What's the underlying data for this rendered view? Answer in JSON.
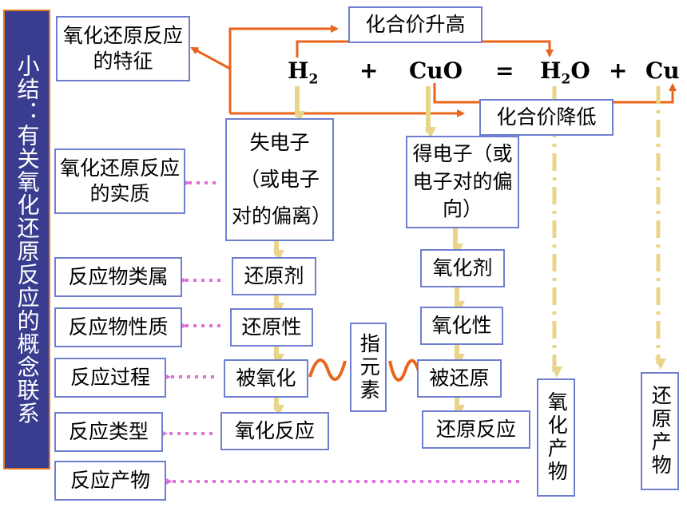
{
  "sidebar": {
    "title": "小结：有关氧化还原反应的概念联系"
  },
  "equation": {
    "h2": "H",
    "h2_sub": "2",
    "plus1": "+",
    "cuo": "CuO",
    "equals": "=",
    "h2o_h": "H",
    "h2o_sub": "2",
    "h2o_o": "O",
    "plus2": "+",
    "cu": "Cu"
  },
  "top": {
    "raise": "化合价升高",
    "lower": "化合价降低"
  },
  "left": {
    "feature": "氧化还原反应的特征",
    "essence": "氧化还原反应的实质",
    "reactant_class": "反应物类属",
    "reactant_property": "反应物性质",
    "process": "反应过程",
    "reaction_type": "反应类型",
    "product": "反应产物"
  },
  "reducer_col": {
    "lose": "失电子（或电子对的偏离）",
    "agent": "还原剂",
    "property": "还原性",
    "process": "被氧化",
    "reaction": "氧化反应"
  },
  "oxidizer_col": {
    "gain": "得电子（或电子对的偏向）",
    "agent": "氧化剂",
    "property": "氧化性",
    "process": "被还原",
    "reaction": "还原反应"
  },
  "middle": {
    "indicator": "指元素"
  },
  "products": {
    "oxidized": "氧化产物",
    "reduced": "还原产物"
  },
  "colors": {
    "sidebar_bg": "#3a3d8f",
    "border": "#6f7fd0",
    "orange": "#e8651a",
    "yellow": "#e8d58a",
    "pink": "#e070d8"
  }
}
